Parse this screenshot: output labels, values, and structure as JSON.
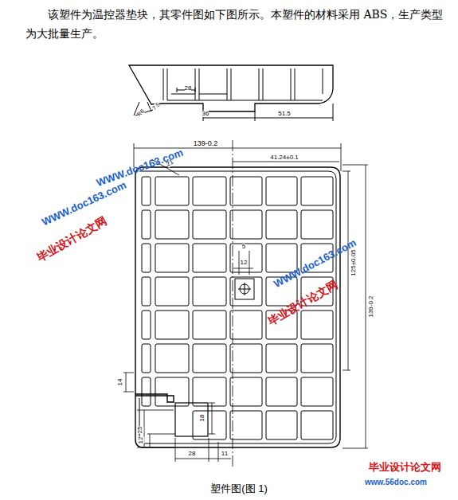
{
  "diagram": {
    "caption": "塑件图(图 1)",
    "labels": [
      "该塑件为温控器垫块，其零件图如下图所示。本塑件的材料采用 ABS，生产类型为大批量生产。",
      "28",
      "36",
      "51.5",
      "R6",
      "7.5",
      "139-0.2",
      "21",
      "41.24±0.1",
      "125±0.05",
      "139-0.2",
      "5",
      "12",
      "14",
      "25",
      "12",
      "18",
      "28",
      "11",
      "WWW.doc163.com",
      "毕业设计论文网",
      "WWW.doc163.com",
      "毕业设计论文网",
      "WWW.doc163.com",
      "毕业设计论文网",
      "www.56doc.com"
    ]
  }
}
